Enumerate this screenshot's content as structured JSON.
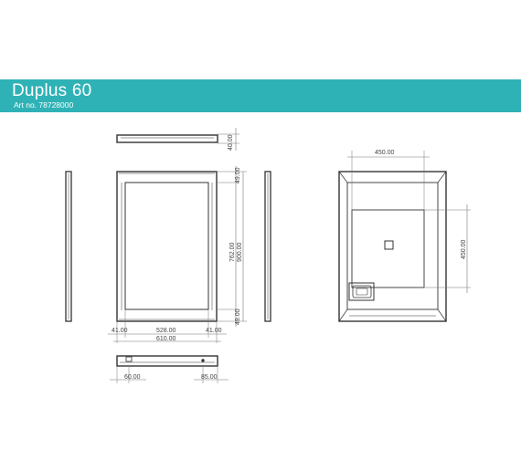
{
  "header": {
    "title": "Duplus 60",
    "article": "Art no. 78728000"
  },
  "colors": {
    "banner": "#2fb2b6",
    "line": "#333333",
    "dimension": "#666666"
  },
  "dimensions": {
    "top_depth": "40.00",
    "top_rail": "49.00",
    "inner_height": "762.00",
    "total_height": "900.00",
    "bottom_rail": "49.00",
    "side_left": "41.00",
    "inner_width": "528.00",
    "side_right": "41.00",
    "total_width": "610.00",
    "bottom_offset_left": "60.00",
    "bottom_offset_right": "85.00",
    "light_width": "450.00",
    "light_height": "450.00"
  }
}
